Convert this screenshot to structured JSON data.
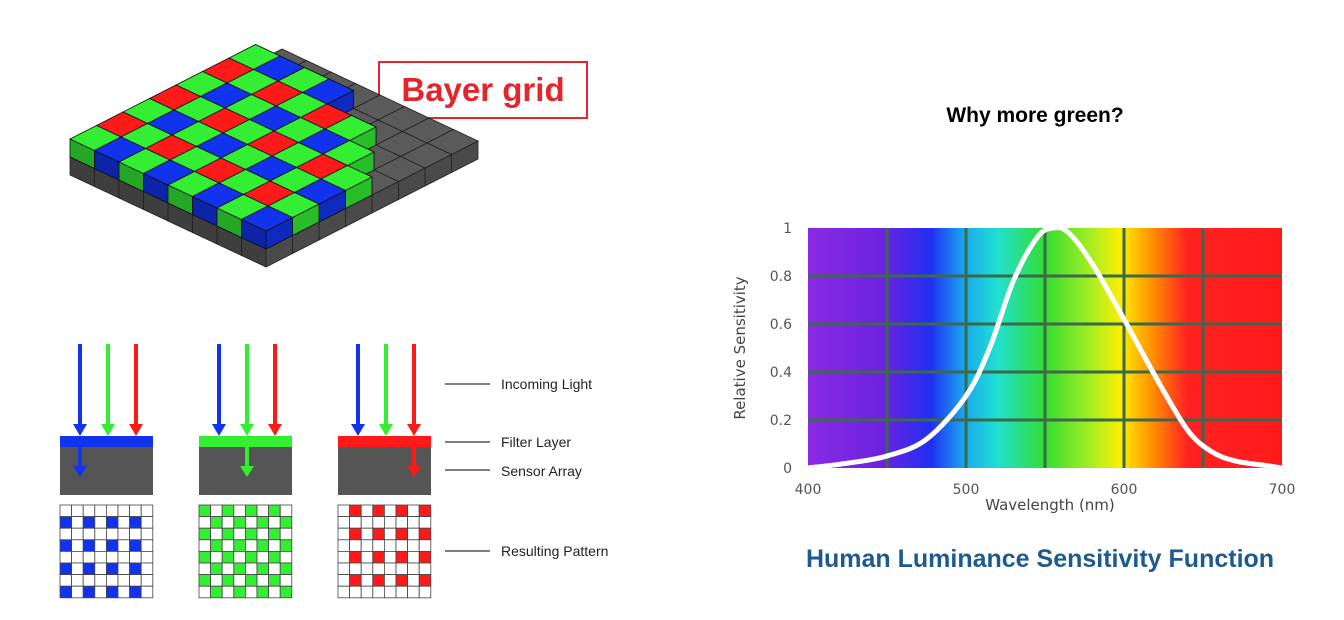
{
  "bayer": {
    "title": "Bayer grid",
    "legend": {
      "incoming_light": "Incoming Light",
      "filter_layer": "Filter Layer",
      "sensor_array": "Sensor Array",
      "resulting_pattern": "Resulting Pattern"
    },
    "colors": {
      "red": "#ff1a1a",
      "green": "#33ee33",
      "blue": "#1133ee",
      "sensor": "#555555"
    }
  },
  "sensitivity": {
    "heading": "Why more green?",
    "caption": "Human Luminance Sensitivity Function",
    "caption_color": "#1e5a8e",
    "chart_data": {
      "type": "line",
      "title": "",
      "xlabel": "Wavelength (nm)",
      "ylabel": "Relative Sensitivity",
      "xlim": [
        400,
        700
      ],
      "ylim": [
        0,
        1
      ],
      "x_ticks": [
        "400",
        "500",
        "600",
        "700"
      ],
      "y_ticks": [
        "0",
        "0.2",
        "0.4",
        "0.6",
        "0.8",
        "1"
      ],
      "background": "visible spectrum gradient",
      "grid": true,
      "series": [
        {
          "x": [
            400,
            425,
            450,
            475,
            500,
            515,
            530,
            545,
            555,
            565,
            580,
            600,
            620,
            640,
            655,
            670,
            690,
            700
          ],
          "y": [
            0.0,
            0.02,
            0.05,
            0.12,
            0.3,
            0.5,
            0.78,
            0.96,
            1.0,
            0.98,
            0.85,
            0.62,
            0.38,
            0.16,
            0.07,
            0.03,
            0.01,
            0.0
          ]
        }
      ]
    }
  }
}
